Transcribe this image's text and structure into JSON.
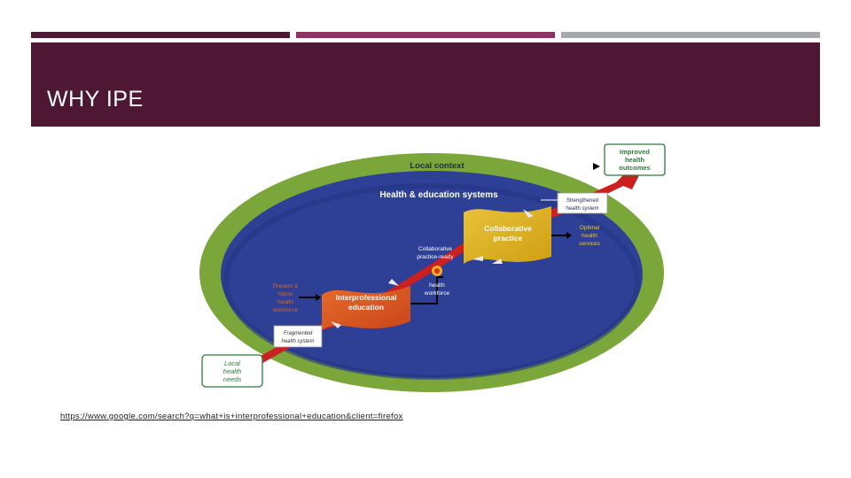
{
  "slide": {
    "title": "WHY IPE",
    "source_link": "https://www.google.com/search?q=what+is+interprofessional+education&client=firefox"
  },
  "diagram": {
    "outer_ring_label": "Local context",
    "inner_label": "Health & education systems",
    "improved_outcomes": [
      "Improved",
      "health",
      "outcomes"
    ],
    "strengthened": [
      "Strengthened",
      "health system"
    ],
    "collaborative_practice": [
      "Collaborative",
      "practice"
    ],
    "optimal_services": [
      "Optimal",
      "health",
      "services"
    ],
    "collab_ready": [
      "Collaborative",
      "practice-ready"
    ],
    "health_workforce": [
      "health",
      "workforce"
    ],
    "present_future": [
      "Present &",
      "future",
      "health",
      "workforce"
    ],
    "ipe": [
      "Interprofessional",
      "education"
    ],
    "fragmented": [
      "Fragmented",
      "health system"
    ],
    "local_needs": [
      "Local",
      "health",
      "needs"
    ],
    "colors": {
      "outer_ring": "#7aa63a",
      "inner_oval": "#2e3f96",
      "ipe_banner": "#d9571d",
      "collab_banner": "#e0b41e",
      "red_arrow": "#cc1f1f",
      "orange_text": "#e3641e",
      "yellow_text": "#f0c419",
      "green_text": "#2f7a38"
    }
  }
}
